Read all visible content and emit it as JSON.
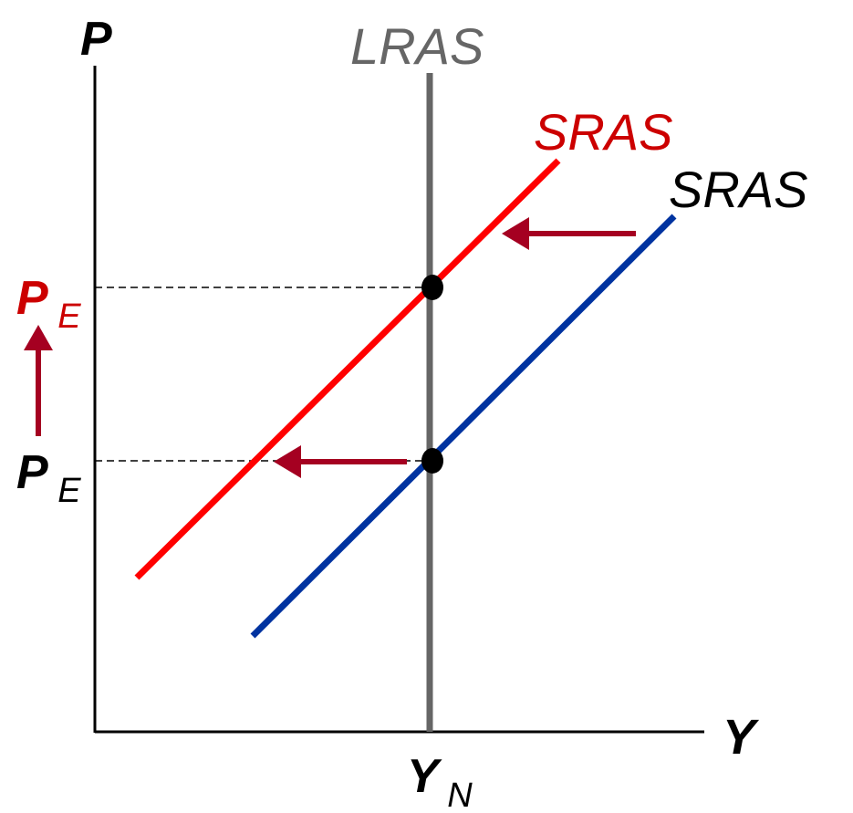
{
  "axes": {
    "y_label": "P",
    "x_label": "Y"
  },
  "curves": {
    "lras": {
      "label": "LRAS",
      "color": "#666666"
    },
    "sras_new": {
      "label": "SRAS",
      "color": "#ff0000",
      "label_color": "#cc0000"
    },
    "sras_old": {
      "label": "SRAS",
      "color": "#0033a0",
      "label_color": "#000000"
    }
  },
  "price_levels": {
    "new": {
      "main": "P",
      "sub": "E",
      "color": "#cc0000"
    },
    "old": {
      "main": "P",
      "sub": "E",
      "color": "#000000"
    }
  },
  "output": {
    "main": "Y",
    "sub": "N"
  },
  "colors": {
    "axis": "#000000",
    "shift_arrow": "#a50021",
    "dashed_guide": "#000000",
    "equilibrium_point": "#000000"
  }
}
